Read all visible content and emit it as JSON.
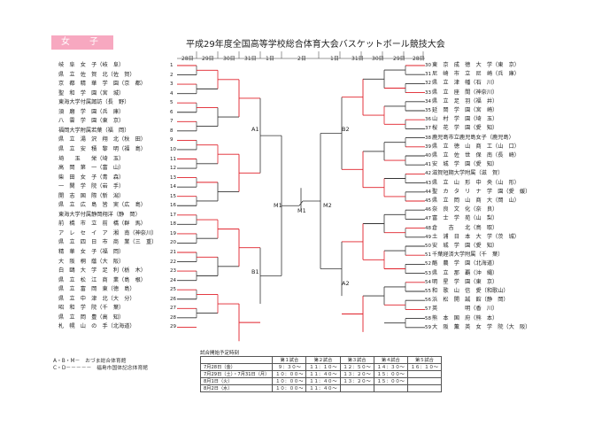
{
  "header": {
    "badge": "女　子",
    "title": "平成29年度全国高等学校総合体育大会バスケットボール競技大会"
  },
  "dates": [
    "28日",
    "29日",
    "30日",
    "31日",
    "1日",
    "2日",
    "1日",
    "31日",
    "30日",
    "29日",
    "28日"
  ],
  "left_teams": [
    {
      "no": "1",
      "name": "岐　阜　女　子（岐　阜）"
    },
    {
      "no": "2",
      "name": "県　立　佐　賀　北（佐　賀）"
    },
    {
      "no": "3",
      "name": "京　都　精　華　学　園（京　都）"
    },
    {
      "no": "4",
      "name": "聖　和　学　園（宮　城）"
    },
    {
      "no": "5",
      "name": "東海大学付属諏訪（長　野）"
    },
    {
      "no": "6",
      "name": "須　磨　学　園（兵　庫）"
    },
    {
      "no": "7",
      "name": "八　雲　学　園（東　京）"
    },
    {
      "no": "8",
      "name": "福岡大学附属若葉（福　岡）"
    },
    {
      "no": "9",
      "name": "県　立　湯　沢　翔　北（秋　田）"
    },
    {
      "no": "10",
      "name": "県　立　安　積　黎　明（福　島）"
    },
    {
      "no": "11",
      "name": "埼　　玉　　栄（埼　玉）"
    },
    {
      "no": "12",
      "name": "高　岡　第　一（富　山）"
    },
    {
      "no": "13",
      "name": "柴　田　女　子（青　森）"
    },
    {
      "no": "14",
      "name": "一　関　学　院（岩　手）"
    },
    {
      "no": "15",
      "name": "開　志　国　際（新　潟）"
    },
    {
      "no": "16",
      "name": "県　立　広　島　皆　実（広　島）"
    },
    {
      "no": "17",
      "name": "東海大学付属静岡翔洋（静　岡）"
    },
    {
      "no": "18",
      "name": "前　橋　市　立　前　橋（群　馬）"
    },
    {
      "no": "19",
      "name": "ア　レ　セ　イ　ア　湘　南（神奈川）"
    },
    {
      "no": "20",
      "name": "県　立　四　日　市　商　業（三　重）"
    },
    {
      "no": "21",
      "name": "精　華　女　子（福　岡）"
    },
    {
      "no": "22",
      "name": "大　阪　桐　蔭（大　阪）"
    },
    {
      "no": "23",
      "name": "白　鷗　大　学　足　利（栃　木）"
    },
    {
      "no": "24",
      "name": "県　立　松　江　商　業（島　根）"
    },
    {
      "no": "25",
      "name": "県　立　富　岡　東（徳　島）"
    },
    {
      "no": "26",
      "name": "県　立　中　津　北（大　分）"
    },
    {
      "no": "27",
      "name": "昭　和　学　院（千　葉）"
    },
    {
      "no": "28",
      "name": "県　立　岡　豊（高　知）"
    },
    {
      "no": "29",
      "name": "札　幌　山　の　手（北海道）"
    }
  ],
  "right_teams": [
    {
      "no": "30",
      "name": "東　京　成　徳　大　学（東　京）"
    },
    {
      "no": "31",
      "name": "尼　崎　市　立　尼　崎（兵　庫）"
    },
    {
      "no": "32",
      "name": "県　立　津　幡（石　川）"
    },
    {
      "no": "33",
      "name": "県　立　座　間（神奈川）"
    },
    {
      "no": "34",
      "name": "県　立　足　羽（福　井）"
    },
    {
      "no": "35",
      "name": "延　岡　学　園（宮　崎）"
    },
    {
      "no": "36",
      "name": "山　村　学　園（埼　玉）"
    },
    {
      "no": "37",
      "name": "桜　花　学　園（愛　知）"
    },
    {
      "no": "38",
      "name": "鹿児島市立鹿児島女子（鹿児島）"
    },
    {
      "no": "39",
      "name": "県　立　徳　山　商　工（山　口）"
    },
    {
      "no": "40",
      "name": "県　立　佐　世　保　南（長　崎）"
    },
    {
      "no": "41",
      "name": "安　城　学　園（愛　知）"
    },
    {
      "no": "42",
      "name": "滋賀短期大学附属（滋　賀）"
    },
    {
      "no": "43",
      "name": "県　立　山　形　中　央（山　形）"
    },
    {
      "no": "44",
      "name": "聖　カ　タ　リ　ナ　学　園（愛　媛）"
    },
    {
      "no": "45",
      "name": "県　立　岡　山　商　大（岡　山）"
    },
    {
      "no": "46",
      "name": "奈　良　文　化（奈　良）"
    },
    {
      "no": "47",
      "name": "富　士　学　苑（山　梨）"
    },
    {
      "no": "48",
      "name": "倉　　吉　　北（鳥　取）"
    },
    {
      "no": "49",
      "name": "土　浦　日　本　大　学（茨　城）"
    },
    {
      "no": "50",
      "name": "安　城　学　園（愛　知）"
    },
    {
      "no": "51",
      "name": "千葉経済大学附属（千　葉）"
    },
    {
      "no": "52",
      "name": "酪　農　学　園（北海道）"
    },
    {
      "no": "53",
      "name": "県　立　那　覇（沖　縄）"
    },
    {
      "no": "54",
      "name": "明　星　学　園（東　京）"
    },
    {
      "no": "55",
      "name": "和　歌　山　信　愛（和歌山）"
    },
    {
      "no": "56",
      "name": "浜　松　開　誠　館（静　岡）"
    },
    {
      "no": "57",
      "name": "英　　　　　明（香　川）"
    },
    {
      "no": "58",
      "name": "熊　本　国　府（熊　本）"
    },
    {
      "no": "59",
      "name": "大　阪　薫　英　女　学　院（大　阪）"
    }
  ],
  "labels": {
    "a1": "A1",
    "b1": "B1",
    "m1": "M1",
    "m1b": "M1",
    "m2": "M2",
    "a2": "A2",
    "b2": "B2"
  },
  "venue": {
    "line1": "A・B・M－　おづま総合体育館",
    "line2": "C・D－－－－－　福島市国体記念体育館"
  },
  "schedule": {
    "title": "試合開始予定時刻",
    "headers": [
      "",
      "第１試合",
      "第２試合",
      "第３試合",
      "第４試合",
      "第５試合"
    ],
    "rows": [
      [
        "7月28日（金）",
        "９：３０～",
        "１１：１０～",
        "１２：５０～",
        "１４：３０～",
        "１６：１０～"
      ],
      [
        "7月29日（土）・7月31日（月）",
        "１０：００～",
        "１１：４０～",
        "１３：２０～",
        "１５：００～",
        ""
      ],
      [
        "8月1日（火）",
        "１０：００～",
        "１１：４０～",
        "１３：２０～",
        "１５：００～",
        ""
      ],
      [
        "8月2日（水）",
        "１０：００～",
        "１１：４０～",
        "",
        "",
        " "
      ]
    ]
  }
}
